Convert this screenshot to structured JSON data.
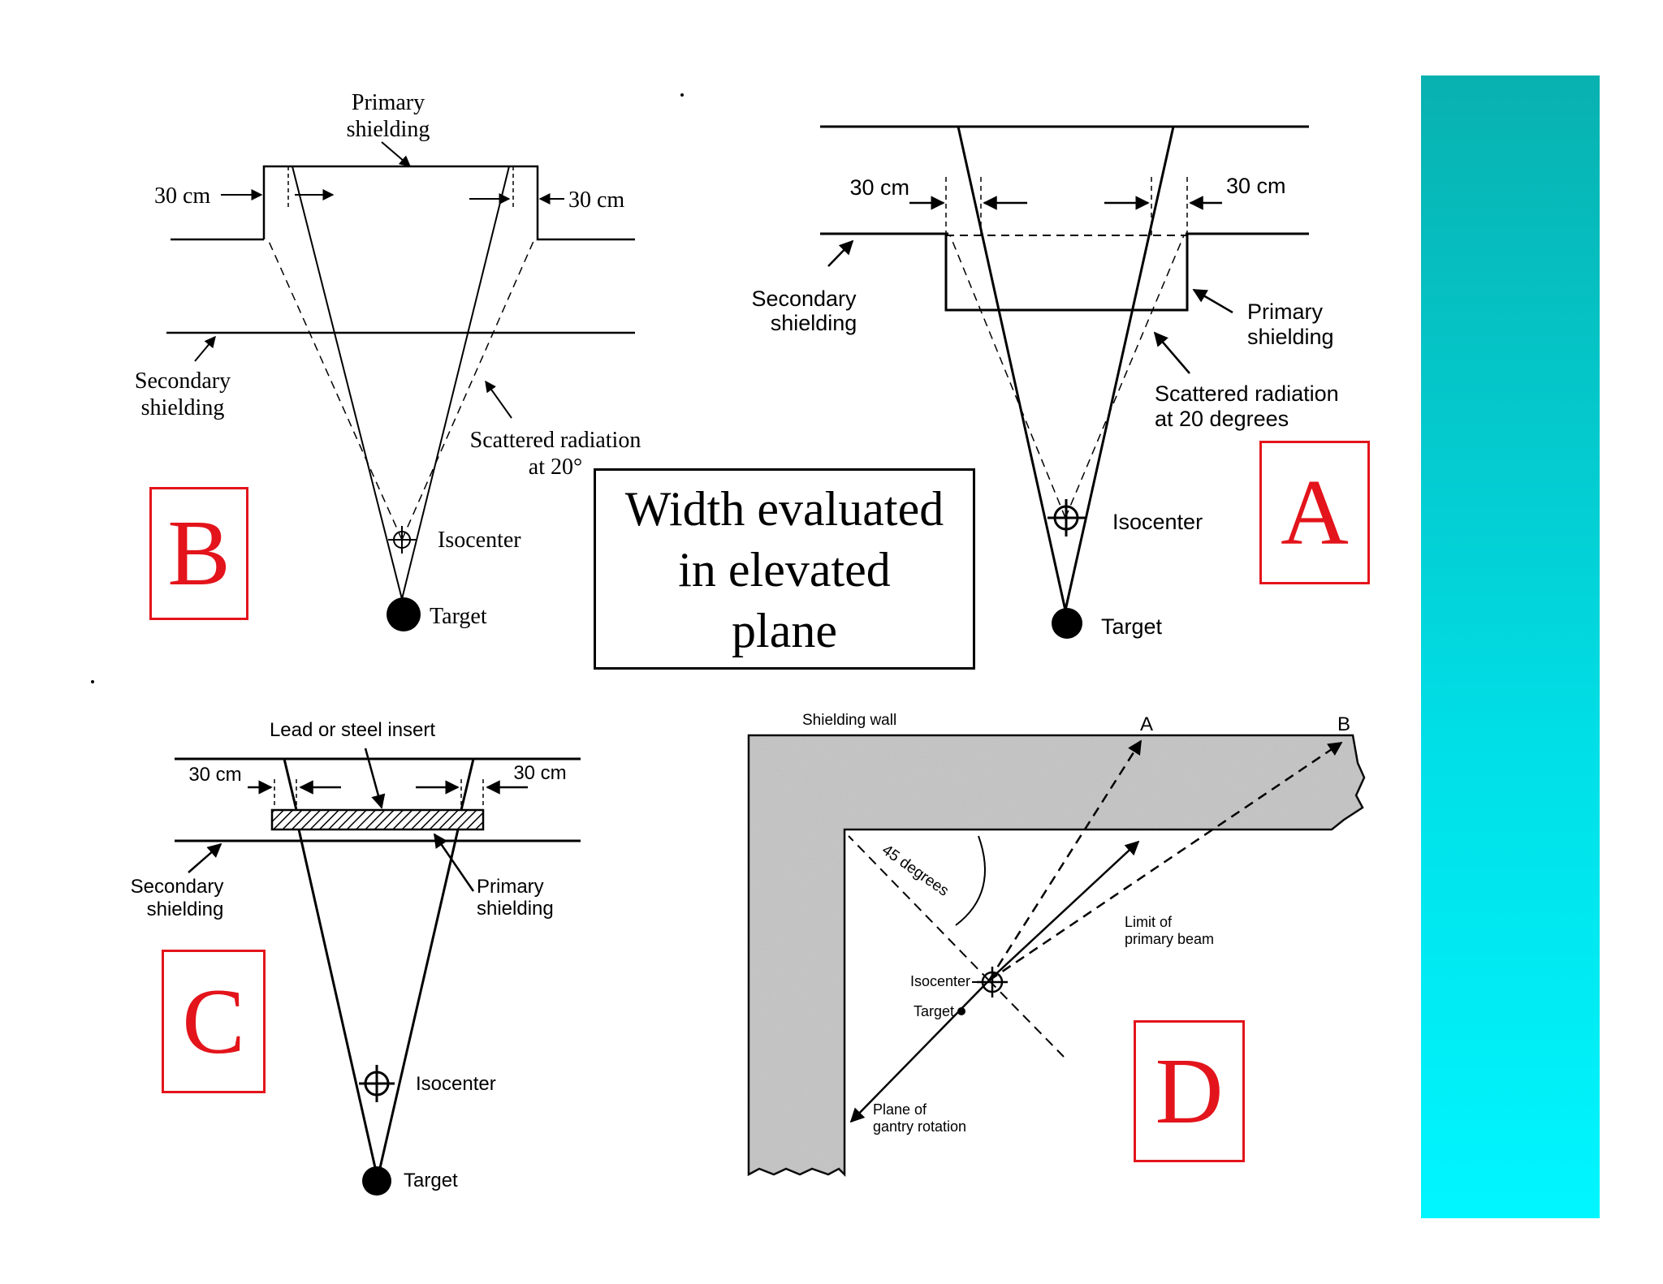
{
  "title": {
    "line1": "Width evaluated",
    "line2": "in elevated",
    "line3": "plane"
  },
  "panels": {
    "A": {
      "letter": "A",
      "label_30cm_left": "30 cm",
      "label_30cm_right": "30 cm",
      "secondary_line1": "Secondary",
      "secondary_line2": "shielding",
      "primary_line1": "Primary",
      "primary_line2": "shielding",
      "scatter_line1": "Scattered radiation",
      "scatter_line2": "at 20 degrees",
      "isocenter": "Isocenter",
      "target": "Target"
    },
    "B": {
      "letter": "B",
      "primary_line1": "Primary",
      "primary_line2": "shielding",
      "label_30cm_left": "30 cm",
      "label_30cm_right": "30 cm",
      "secondary_line1": "Secondary",
      "secondary_line2": "shielding",
      "scatter_line1": "Scattered radiation",
      "scatter_line2": "at 20°",
      "isocenter": "Isocenter",
      "target": "Target"
    },
    "C": {
      "letter": "C",
      "insert": "Lead or steel insert",
      "label_30cm_left": "30 cm",
      "label_30cm_right": "30 cm",
      "secondary_line1": "Secondary",
      "secondary_line2": "shielding",
      "primary_line1": "Primary",
      "primary_line2": "shielding",
      "isocenter": "Isocenter",
      "target": "Target"
    },
    "D": {
      "letter": "D",
      "wall": "Shielding wall",
      "point_a": "A",
      "point_b": "B",
      "angle": "45 degrees",
      "limit_line1": "Limit of",
      "limit_line2": "primary beam",
      "isocenter": "Isocenter",
      "target": "Target",
      "plane_line1": "Plane of",
      "plane_line2": "gantry rotation"
    }
  },
  "colors": {
    "accent_red": "#e3141b",
    "teal_top": "#08b1b0",
    "teal_bottom": "#00f6ff",
    "wall_gray": "#c4c4c4"
  }
}
